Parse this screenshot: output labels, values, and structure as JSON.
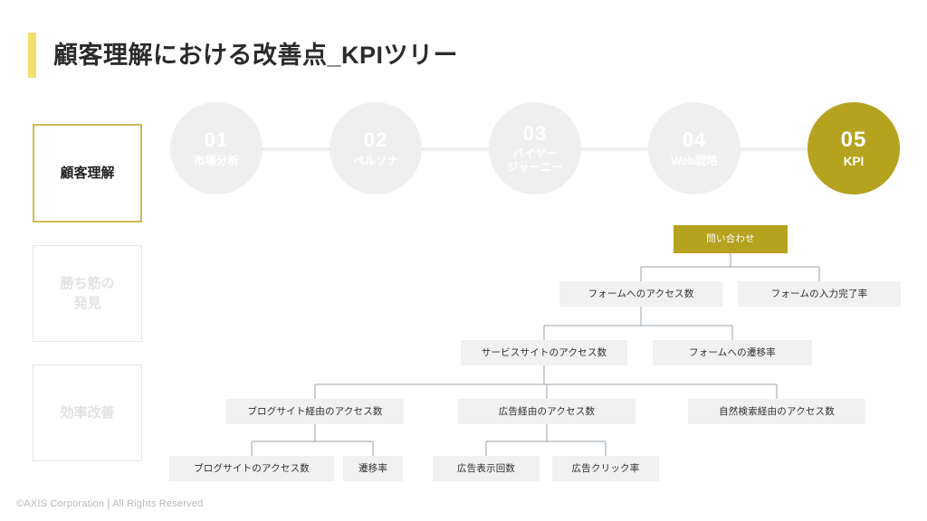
{
  "slide": {
    "title": "顧客理解における改善点_KPIツリー",
    "accent_color": "#f2e06a",
    "brand_gold": "#b5a21f",
    "footer": "©AXIS Corporation | All Rights Reserved"
  },
  "phases": [
    {
      "label": "顧客理解",
      "state": "active"
    },
    {
      "label": "勝ち筋の\n発見",
      "line1": "勝ち筋の",
      "line2": "発見",
      "state": "inactive"
    },
    {
      "label": "効率改善",
      "state": "inactive"
    }
  ],
  "steps": [
    {
      "num": "01",
      "caption": "市場分析",
      "active": false
    },
    {
      "num": "02",
      "caption": "ペルソナ",
      "active": false
    },
    {
      "num": "03",
      "caption": "バイヤー\nジャーニー",
      "cap_line1": "バイヤー",
      "cap_line2": "ジャーニー",
      "active": false
    },
    {
      "num": "04",
      "caption": "Web戦略",
      "active": false
    },
    {
      "num": "05",
      "caption": "KPI",
      "active": true
    }
  ],
  "tree": {
    "root": "問い合わせ",
    "level1": [
      "フォームへのアクセス数",
      "フォームの入力完了率"
    ],
    "level2": [
      "サービスサイトのアクセス数",
      "フォームへの遷移率"
    ],
    "level3": [
      "ブログサイト経由のアクセス数",
      "広告経由のアクセス数",
      "自然検索経由のアクセス数"
    ],
    "level4_blog": [
      "ブログサイトのアクセス数",
      "遷移率"
    ],
    "level4_ad": [
      "広告表示回数",
      "広告クリック率"
    ]
  }
}
